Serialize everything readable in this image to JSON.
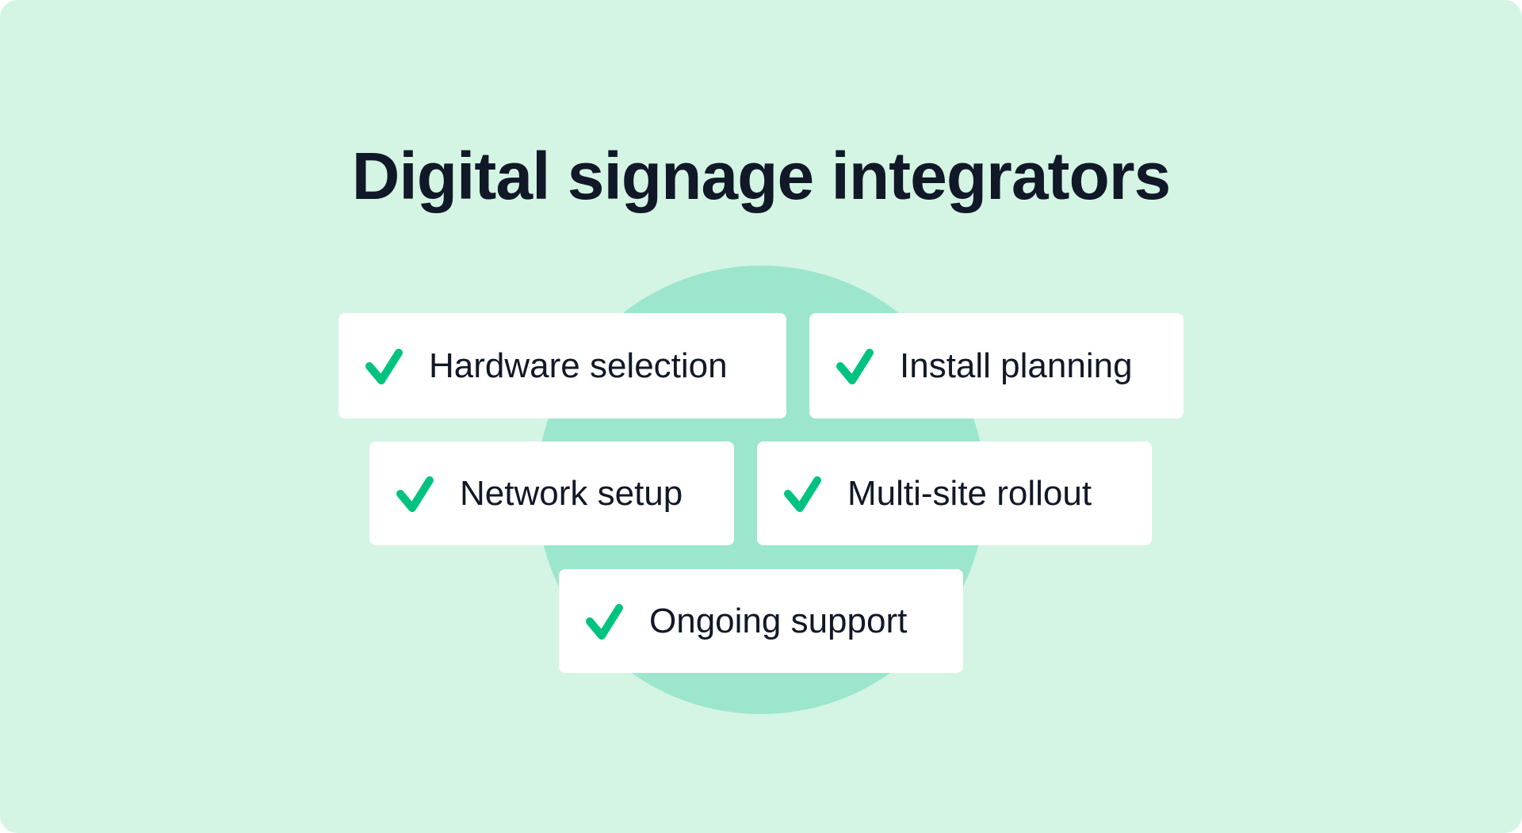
{
  "title": "Digital signage integrators",
  "colors": {
    "background": "#d4f5e4",
    "circle": "#9ce6cd",
    "card": "#ffffff",
    "check": "#00c37f",
    "text": "#111827"
  },
  "items": [
    {
      "label": "Hardware selection",
      "icon": "check-icon"
    },
    {
      "label": "Install planning",
      "icon": "check-icon"
    },
    {
      "label": "Network setup",
      "icon": "check-icon"
    },
    {
      "label": "Multi-site rollout",
      "icon": "check-icon"
    },
    {
      "label": "Ongoing support",
      "icon": "check-icon"
    }
  ]
}
